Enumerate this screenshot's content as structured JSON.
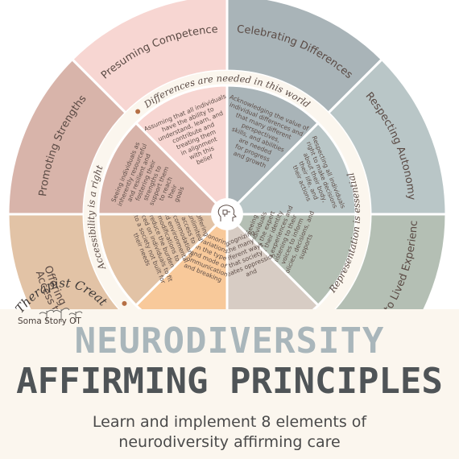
{
  "segments": [
    {
      "key": "presuming",
      "title": "Presuming Competence",
      "color": "#f7d6d2",
      "body": [
        "Assuming that all individuals",
        "have the ability to",
        "understand, learn, and",
        "contribute and",
        "treating them",
        "in alignment",
        "with this",
        "belief"
      ]
    },
    {
      "key": "celebrating",
      "title": "Celebrating Differences",
      "color": "#a9b4b8",
      "body": [
        "Acknowledging the value of",
        "individual differences and",
        "that many different",
        "perspectives,",
        "skills, and abilities",
        "are needed",
        "for progress",
        "and growth"
      ]
    },
    {
      "key": "respecting",
      "title": "Respecting Autonomy",
      "color": "#b9c6c7",
      "body": [
        "Respecting all individuals",
        "right to make decisions",
        "about their body,",
        "their life, and",
        "their actions"
      ]
    },
    {
      "key": "lived",
      "title": "Listening to Lived Experiences",
      "color": "#b4bfb4",
      "body": [
        "Seeing",
        "individuals",
        "as the expert",
        "of their identity",
        "and experiences and",
        "listening to their",
        "voices to inform",
        "policies, decisions, and",
        "supports"
      ]
    },
    {
      "key": "recognizing",
      "title": "",
      "color": "#d7ccc4",
      "body": [
        "Recognizing",
        "the many",
        "different ways",
        "that society",
        "creates oppression",
        "and"
      ]
    },
    {
      "key": "honoring",
      "title": "",
      "color": "#f8c99a",
      "body": [
        "Honoring",
        "variations",
        "in the type",
        "and mode of",
        "communication",
        "and breaking"
      ]
    },
    {
      "key": "offering",
      "title": "Offering",
      "color": "#e2c3a6",
      "body": [
        "Offering",
        "unlimited",
        "access to",
        "accommodations",
        "and environmental",
        "modifications to",
        "reduce the burden",
        "placed on individuals to fit",
        "into a society not built for",
        "their needs"
      ]
    },
    {
      "key": "promoting",
      "title": "Promoting Strengths",
      "color": "#d8b4aa",
      "body": [
        "Seeing individuals as",
        "inherently resourceful",
        "and resilient and",
        "fostering their",
        "strengths to",
        "support them",
        "to reach",
        "their",
        "goals"
      ]
    }
  ],
  "outer_extra": [
    "Access to"
  ],
  "ring": {
    "top": "Differences are needed in this world",
    "left": "Accessibility is a right",
    "right": "Representation is essential"
  },
  "badge": {
    "text": "Therapist Created"
  },
  "banner": {
    "brand": "Soma Story OT",
    "title_line1": "NEURODIVERSITY",
    "title_line2": "AFFIRMING PRINCIPLES",
    "subtitle_line1": "Learn and implement 8 elements of",
    "subtitle_line2": "neurodiversity affirming care"
  },
  "colors": {
    "ring": "#fbf6ee",
    "dot": "#b56f45",
    "title_light": "#a9b6bb",
    "title_dark": "#4f5457"
  },
  "icons": {
    "center": "head-puzzle-icon",
    "badge": "plant-sprout-icon"
  }
}
